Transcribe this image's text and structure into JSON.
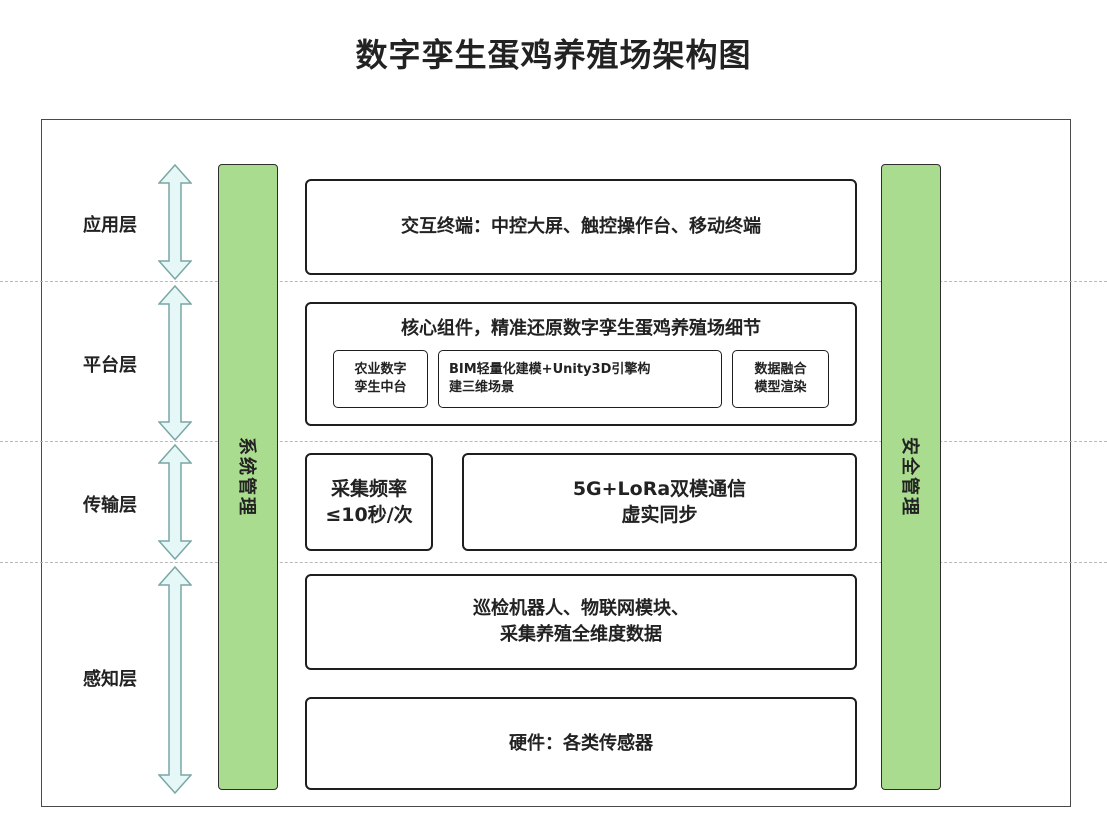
{
  "title": "数字孪生蛋鸡养殖场架构图",
  "layers": {
    "application": "应用层",
    "platform": "平台层",
    "transport": "传输层",
    "perception": "感知层"
  },
  "side_bars": {
    "left": "系统管理",
    "right": "安全管理"
  },
  "boxes": {
    "application_terminals": "交互终端：中控大屏、触控操作台、移动终端",
    "platform_core": "核心组件，精准还原数字孪生蛋鸡养殖场细节",
    "platform_sub_1": [
      "农业数字",
      "孪生中台"
    ],
    "platform_sub_2": [
      "BIM轻量化建模+Unity3D引擎构",
      "建三维场景"
    ],
    "platform_sub_3": [
      "数据融合",
      "模型渲染"
    ],
    "transport_freq": [
      "采集频率",
      "≤10秒/次"
    ],
    "transport_comm": [
      "5G+LoRa双模通信",
      "虚实同步"
    ],
    "perception_robots": [
      "巡检机器人、物联网模块、",
      "采集养殖全维度数据"
    ],
    "perception_hardware": "硬件：各类传感器"
  },
  "colors": {
    "side_bar_fill": "#a9dc8e",
    "arrow_fill": "#e6f7f7",
    "arrow_stroke": "#7aa6a6"
  }
}
